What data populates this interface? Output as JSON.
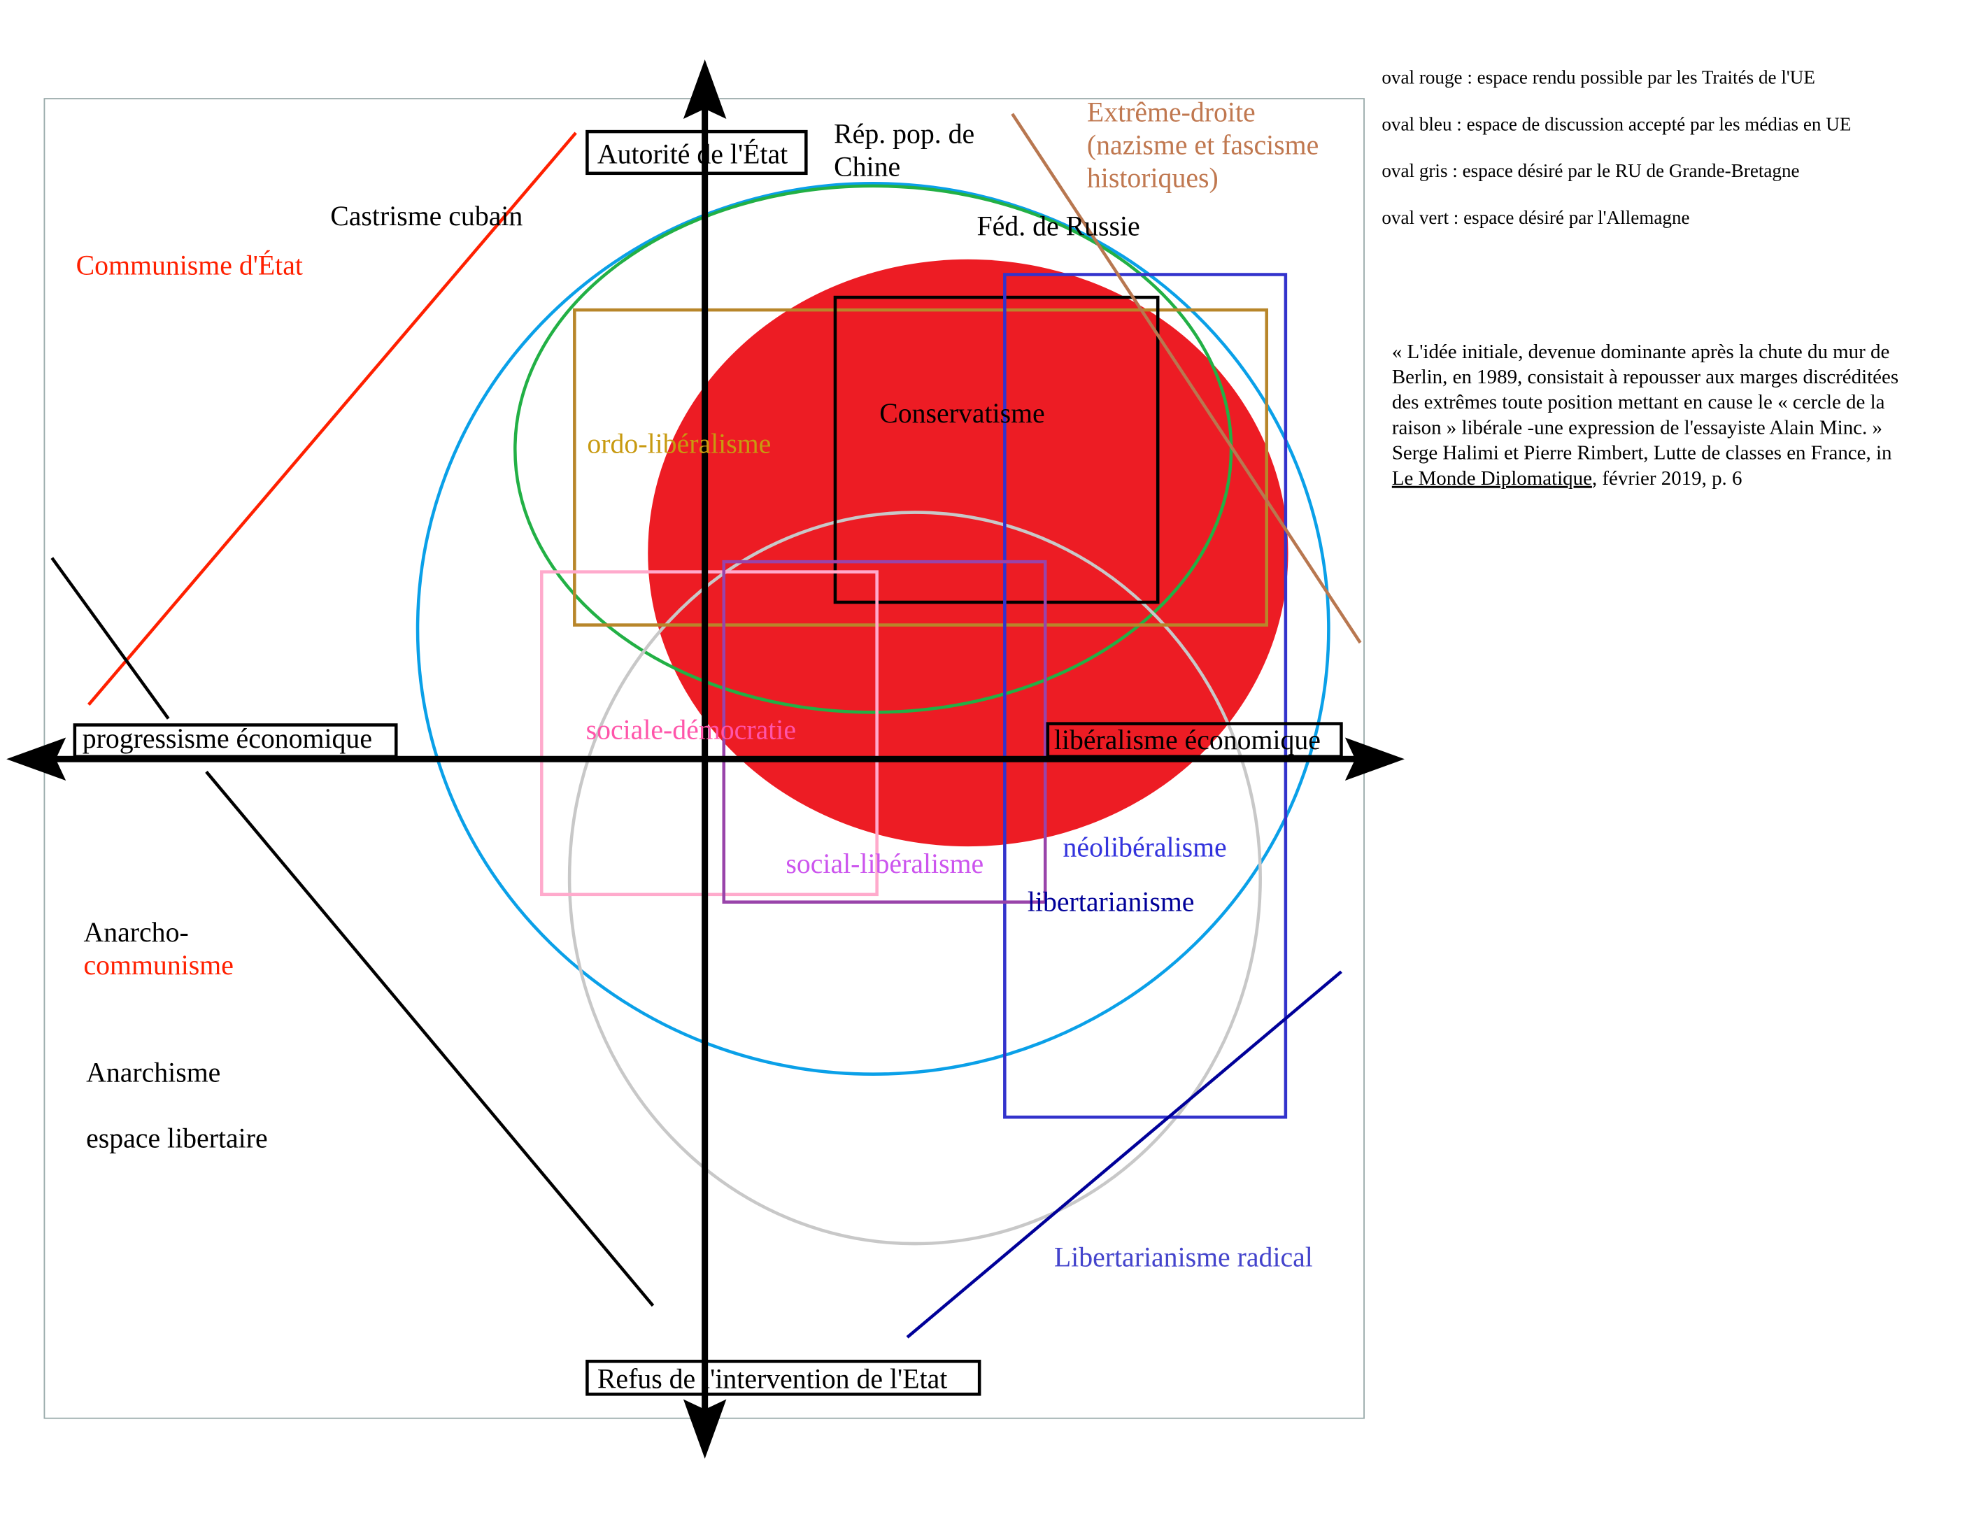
{
  "axes": {
    "top": "Autorité de l'État",
    "left": "progressisme économique",
    "right": "libéralisme économique",
    "bottom": "Refus de l'intervention de l'Etat"
  },
  "labels": {
    "rep_pop_1": "Rép. pop. de",
    "rep_pop_2": "Chine",
    "castrisme": "Castrisme cubain",
    "communisme_etat": "Communisme d'État",
    "russie": "Féd. de Russie",
    "extreme_droite_1": "Extrême-droite",
    "extreme_droite_2": "(nazisme et fascisme",
    "extreme_droite_3": "historiques)",
    "conservatisme": "Conservatisme",
    "ordo": "ordo-libéralisme",
    "sociale_democratie": "sociale-démocratie",
    "social_liberalisme": "social-libéralisme",
    "neoliberalisme": "néolibéralisme",
    "libertarianisme": "libertarianisme",
    "anarcho_1": "Anarcho-",
    "anarcho_2": "communisme",
    "anarchisme": "Anarchisme",
    "espace_libertaire": "espace libertaire",
    "libertarianisme_radical": "Libertarianisme radical"
  },
  "legend": [
    "oval rouge : espace rendu possible par les Traités de l'UE",
    "oval bleu : espace de discussion accepté par les médias en UE",
    "oval gris : espace désiré par le RU de Grande-Bretagne",
    "oval vert : espace désiré par l'Allemagne"
  ],
  "quote": {
    "lines": [
      "« L'idée initiale, devenue dominante après la chute du mur de",
      "Berlin, en 1989, consistait à repousser aux marges discréditées",
      "des extrêmes toute position mettant en cause le « cercle de la",
      "raison » libérale -une expression de l'essayiste Alain Minc. »",
      "Serge Halimi et Pierre Rimbert, Lutte de classes en France, in"
    ],
    "source_link": "Le Monde Diplomatique",
    "source_rest": ", février 2019, p. 6"
  },
  "colors": {
    "red": "#ed1c24",
    "blue": "#0aa0e8",
    "green": "#22b045",
    "gray": "#c8c8c8",
    "brown": "#b87750"
  }
}
